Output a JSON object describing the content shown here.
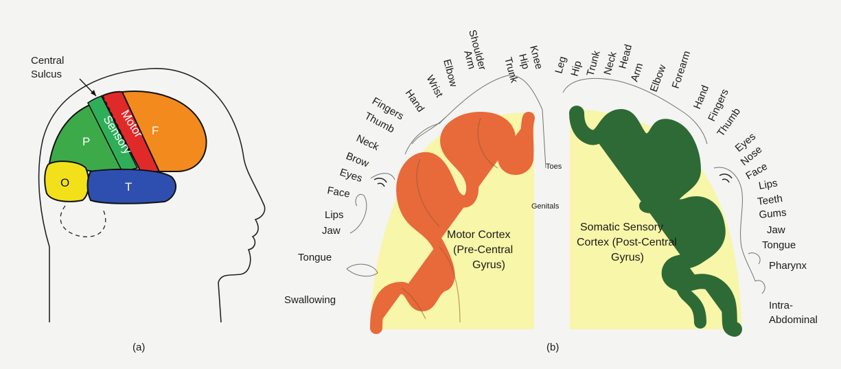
{
  "panel_a": {
    "caption": "(a)",
    "central_sulcus_label": [
      "Central",
      "Sulcus"
    ],
    "regions": {
      "parietal": "P",
      "sensory": "Sensory",
      "motor": "Motor",
      "frontal": "F",
      "occipital": "O",
      "temporal": "T"
    },
    "colors": {
      "parietal": "#3daa4a",
      "sensory": "#2fae5a",
      "motor": "#e02a2a",
      "frontal": "#f28a1e",
      "occipital": "#f2e11a",
      "temporal": "#2f4fb0"
    }
  },
  "panel_b": {
    "caption": "(b)",
    "motor_cortex_label": [
      "Motor Cortex",
      "(Pre-Central",
      "Gyrus)"
    ],
    "sensory_cortex_label": [
      "Somatic Sensory",
      "Cortex (Post-Central",
      "Gyrus)"
    ],
    "motor_labels": [
      "Knee",
      "Hip",
      "Trunk",
      "Shoulder",
      "Arm",
      "Elbow",
      "Wrist",
      "Hand",
      "Fingers",
      "Thumb",
      "Neck",
      "Brow",
      "Eyes",
      "Face",
      "Lips",
      "Jaw",
      "Tongue",
      "Swallowing"
    ],
    "sensory_labels": [
      "Leg",
      "Hip",
      "Trunk",
      "Neck",
      "Head",
      "Arm",
      "Elbow",
      "Forearm",
      "Hand",
      "Fingers",
      "Thumb",
      "Eyes",
      "Nose",
      "Face",
      "Lips",
      "Teeth",
      "Gums",
      "Jaw",
      "Tongue",
      "Pharynx",
      "Intra-",
      "Abdominal"
    ],
    "small_labels": [
      "Toes",
      "Genitals"
    ],
    "colors": {
      "motor_band": "#e8693a",
      "sensory_band": "#2e6a36",
      "cortex_fill": "#f8f6a8"
    }
  }
}
